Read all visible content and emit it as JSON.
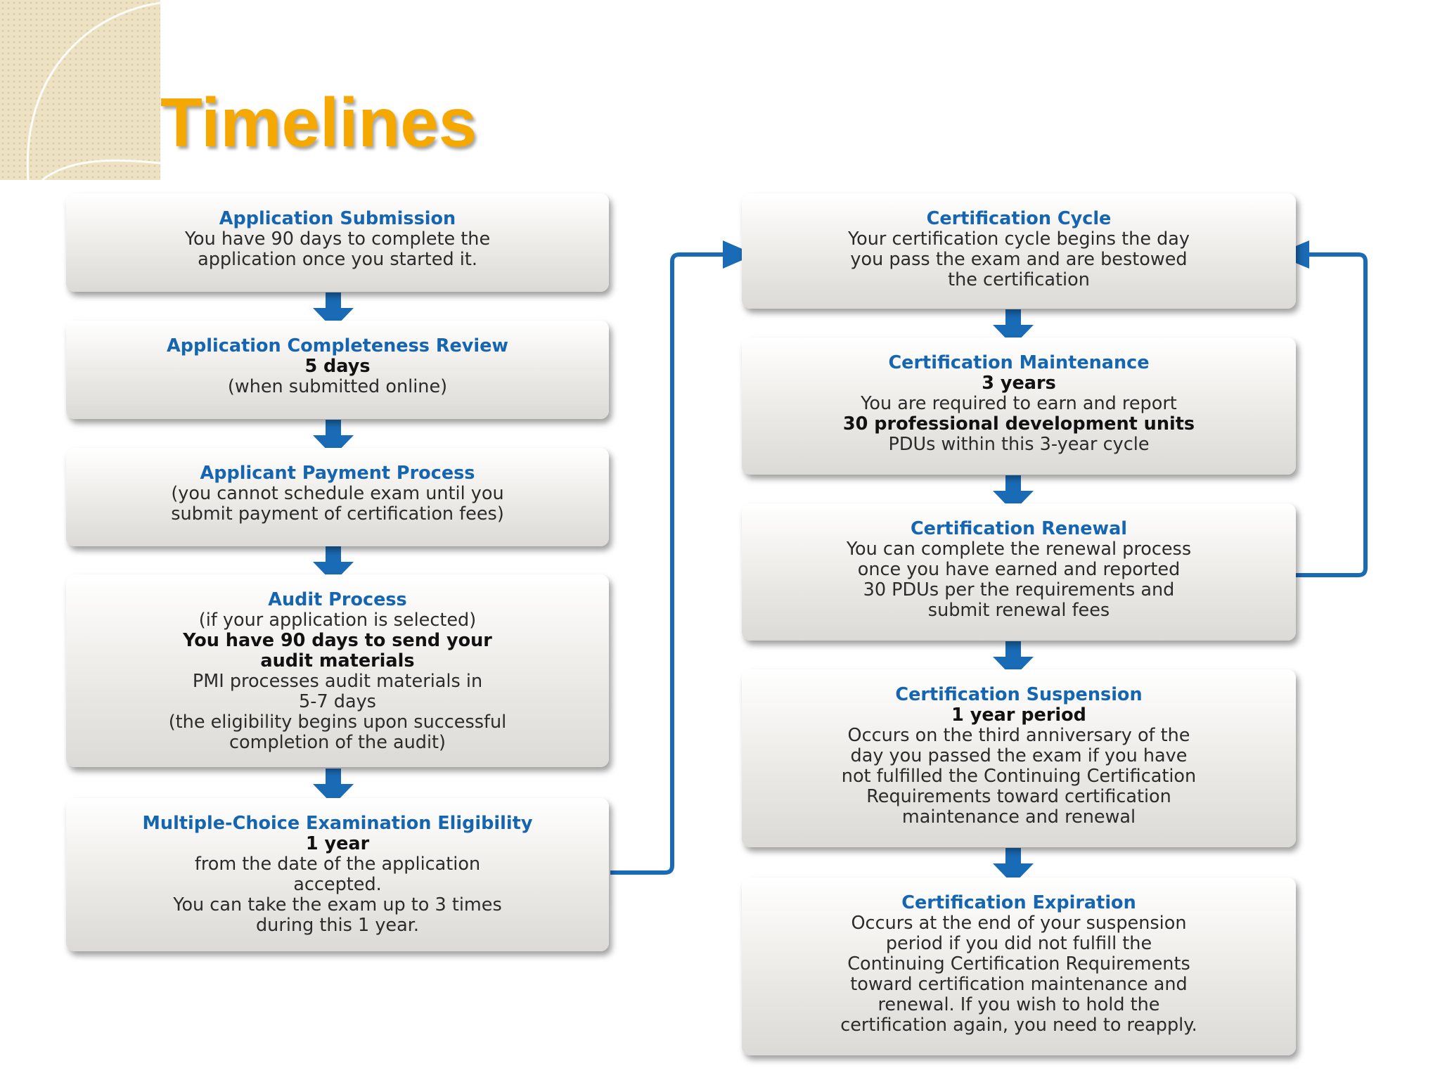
{
  "title": "Timelines",
  "colors": {
    "title": "#f5a800",
    "heading": "#1565b0",
    "arrow": "#1a6bb5"
  },
  "left_column": [
    {
      "heading": "Application Submission",
      "lines": [
        {
          "text": "You have 90 days to complete the",
          "bold": false
        },
        {
          "text": "application once you started it.",
          "bold": false
        }
      ]
    },
    {
      "heading": "Application Completeness Review",
      "lines": [
        {
          "text": "5 days",
          "bold": true
        },
        {
          "text": "(when submitted online)",
          "bold": false
        }
      ]
    },
    {
      "heading": "Applicant Payment Process",
      "lines": [
        {
          "text": "(you cannot schedule exam until you",
          "bold": false
        },
        {
          "text": "submit payment of certification fees)",
          "bold": false
        }
      ]
    },
    {
      "heading": "Audit Process",
      "lines": [
        {
          "text": "(if your application is selected)",
          "bold": false
        },
        {
          "text": "You have 90 days to send your",
          "bold": true
        },
        {
          "text": "audit materials",
          "bold": true
        },
        {
          "text": "PMI processes audit materials in",
          "bold": false
        },
        {
          "text": "5-7 days",
          "bold": false
        },
        {
          "text": "(the eligibility begins upon successful",
          "bold": false
        },
        {
          "text": "completion of the audit)",
          "bold": false
        }
      ]
    },
    {
      "heading": "Multiple-Choice Examination Eligibility",
      "lines": [
        {
          "text": "1 year",
          "bold": true
        },
        {
          "text": "from the date of the application",
          "bold": false
        },
        {
          "text": "accepted.",
          "bold": false
        },
        {
          "text": "You can take the exam up to 3 times",
          "bold": false
        },
        {
          "text": "during this 1 year.",
          "bold": false
        }
      ]
    }
  ],
  "right_column": [
    {
      "heading": "Certification Cycle",
      "lines": [
        {
          "text": "Your certification cycle begins the day",
          "bold": false
        },
        {
          "text": "you pass the exam and are bestowed",
          "bold": false
        },
        {
          "text": "the certification",
          "bold": false
        }
      ]
    },
    {
      "heading": "Certification Maintenance",
      "lines": [
        {
          "text": "3 years",
          "bold": true
        },
        {
          "text": "You are required to earn and report",
          "bold": false
        },
        {
          "text": "30 professional development units",
          "bold": true
        },
        {
          "text": "PDUs within this 3-year cycle",
          "bold": false
        }
      ]
    },
    {
      "heading": "Certification Renewal",
      "lines": [
        {
          "text": "You can complete the renewal process",
          "bold": false
        },
        {
          "text": "once you have earned and reported",
          "bold": false
        },
        {
          "text": "30 PDUs per the requirements and",
          "bold": false
        },
        {
          "text": "submit renewal fees",
          "bold": false
        }
      ]
    },
    {
      "heading": "Certification Suspension",
      "lines": [
        {
          "text": "1 year period",
          "bold": true
        },
        {
          "text": "Occurs on the third anniversary of the",
          "bold": false
        },
        {
          "text": "day you passed the exam if you have",
          "bold": false
        },
        {
          "text": "not fulfilled the Continuing Certification",
          "bold": false
        },
        {
          "text": "Requirements toward certification",
          "bold": false
        },
        {
          "text": "maintenance and renewal",
          "bold": false
        }
      ]
    },
    {
      "heading": "Certification Expiration",
      "lines": [
        {
          "text": "Occurs at the end of your suspension",
          "bold": false
        },
        {
          "text": "period if you did not fulfill the",
          "bold": false
        },
        {
          "text": "Continuing Certification Requirements",
          "bold": false
        },
        {
          "text": "toward certification maintenance and",
          "bold": false
        },
        {
          "text": "renewal. If you wish to hold the",
          "bold": false
        },
        {
          "text": "certification again, you need to reapply.",
          "bold": false
        }
      ]
    }
  ]
}
